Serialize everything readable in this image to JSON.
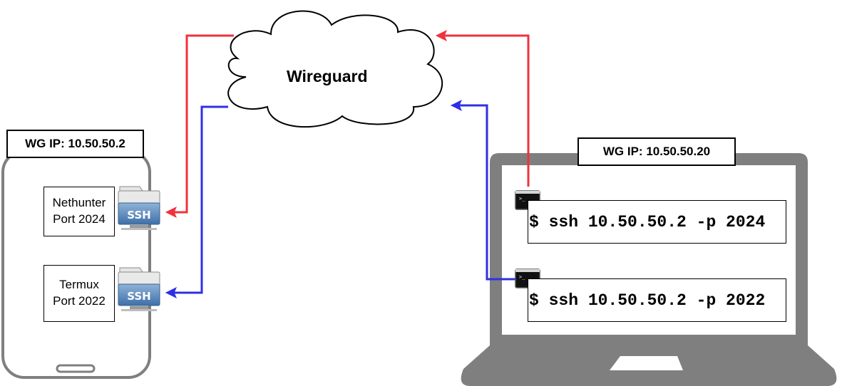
{
  "cloud": {
    "label": "Wireguard"
  },
  "phone": {
    "wg_ip": "WG IP: 10.50.50.2",
    "services": [
      {
        "name": "Nethunter",
        "port": "Port 2024",
        "icon": "ssh-folder-icon",
        "icon_text": "SSH"
      },
      {
        "name": "Termux",
        "port": "Port 2022",
        "icon": "ssh-folder-icon",
        "icon_text": "SSH"
      }
    ]
  },
  "laptop": {
    "wg_ip": "WG IP: 10.50.50.20",
    "commands": [
      {
        "text": "$ ssh 10.50.50.2 -p 2024",
        "icon": "terminal-icon"
      },
      {
        "text": "$ ssh 10.50.50.2 -p 2022",
        "icon": "terminal-icon"
      }
    ]
  },
  "colors": {
    "red_path": "#f0323c",
    "blue_path": "#2f2fe6",
    "device_gray": "#7f7f7f"
  }
}
